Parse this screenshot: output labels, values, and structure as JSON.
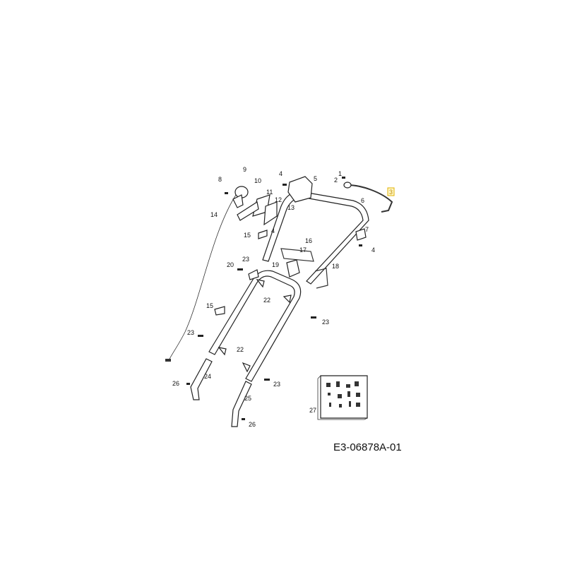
{
  "diagram": {
    "reference_code": "E3-06878A-01",
    "highlighted_callout": "3",
    "colors": {
      "line": "#222222",
      "highlight": "#e0b000",
      "highlight_fill": "#fff8c8"
    },
    "callouts": {
      "c1": "1",
      "c2": "2",
      "c3": "3",
      "c4a": "4",
      "c4b": "4",
      "c4c": "4",
      "c5": "5",
      "c6": "6",
      "c7": "7",
      "c8": "8",
      "c9": "9",
      "c10": "10",
      "c11": "11",
      "c12": "12",
      "c13": "13",
      "c14": "14",
      "c15a": "15",
      "c15b": "15",
      "c16": "16",
      "c17": "17",
      "c18": "18",
      "c19": "19",
      "c20": "20",
      "c22a": "22",
      "c22b": "22",
      "c23a": "23",
      "c23b": "23",
      "c23c": "23",
      "c23d": "23",
      "c24": "24",
      "c25": "25",
      "c26a": "26",
      "c26b": "26",
      "c27": "27"
    }
  }
}
